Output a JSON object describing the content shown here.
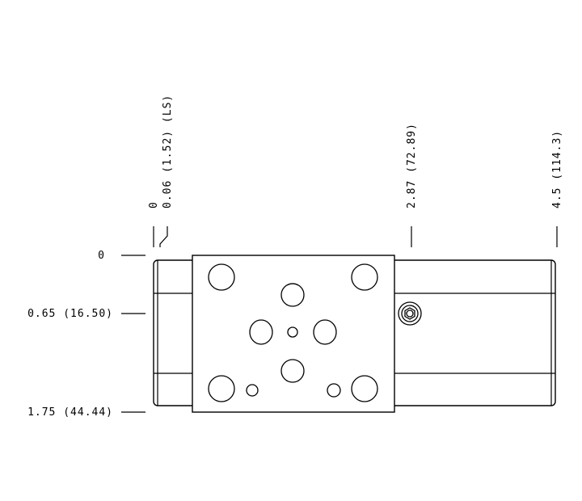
{
  "left_dimensions": [
    {
      "label": "0"
    },
    {
      "label": "0.65 (16.50)"
    },
    {
      "label": "1.75 (44.44)"
    }
  ],
  "top_dimensions": [
    {
      "label": "0"
    },
    {
      "label": "0.06 (1.52) (LS)"
    },
    {
      "label": "2.87 (72.89)"
    },
    {
      "label": "4.5 (114.3)"
    }
  ]
}
